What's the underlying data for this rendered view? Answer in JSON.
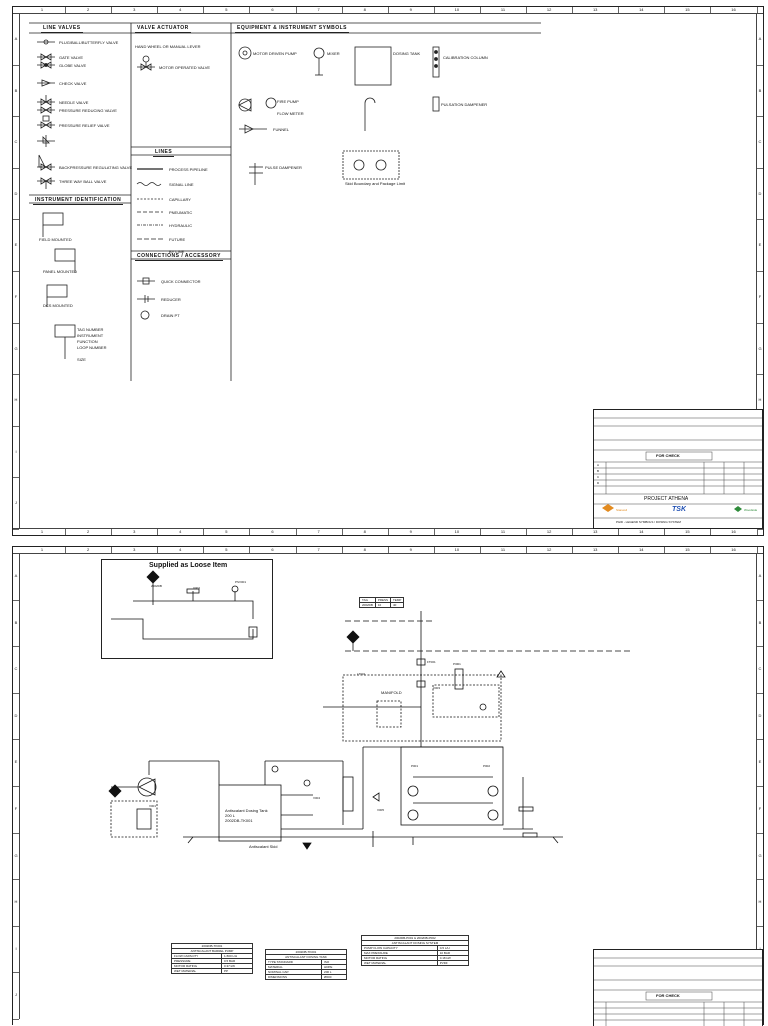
{
  "ruler_columns": [
    "1",
    "2",
    "3",
    "4",
    "5",
    "6",
    "7",
    "8",
    "9",
    "10",
    "11",
    "12",
    "13",
    "14",
    "15",
    "16"
  ],
  "ruler_rows": [
    "A",
    "B",
    "C",
    "D",
    "E",
    "F",
    "G",
    "H",
    "I",
    "J"
  ],
  "legend": {
    "sections": {
      "line_valves": "LINE VALVES",
      "valve_actuator": "VALVE ACTUATOR",
      "equipment": "EQUIPMENT & INSTRUMENT SYMBOLS",
      "lines": "LINES",
      "connections": "CONNECTIONS / ACCESSORY",
      "instrument_identification": "INSTRUMENT IDENTIFICATION"
    },
    "valves": [
      "PLUG/BALL/BUTTERFLY VALVE",
      "GATE VALVE",
      "GLOBE VALVE",
      "CHECK VALVE",
      "NEEDLE VALVE",
      "PRESSURE REDUCING VALVE",
      "PRESSURE RELIEF VALVE",
      "BACKPRESSURE REGULATING VALVE",
      "THREE WAY BALL VALVE"
    ],
    "actuators": [
      "HAND WHEEL OR MANUAL LEVER",
      "MOTOR OPERATED VALVE"
    ],
    "equipment": [
      "MOTOR DRIVEN PUMP",
      "MIXER",
      "DOSING TANK",
      "CALIBRATION COLUMN",
      "FIRE PUMP",
      "FLOW METER",
      "PULSATION DAMPENER",
      "FUNNEL",
      "PULSE DAMPENER",
      "Skid Boundary and Package Limit"
    ],
    "lines": [
      "PROCESS PIPELINE",
      "SIGNAL LINE",
      "CAPILLARY",
      "PNEUMATIC",
      "HYDRAULIC",
      "FUTURE",
      "BY LINE"
    ],
    "connections": [
      "QUICK CONNECTOR",
      "REDUCER",
      "DRAIN PT"
    ],
    "instruments": [
      "FIELD MOUNTED",
      "PANEL MOUNTED",
      "DCS MOUNTED"
    ],
    "instrument_notes": [
      "TAG NUMBER",
      "INSTRUMENT",
      "FUNCTION",
      "LOOP NUMBER",
      "SIZE"
    ]
  },
  "title_block": {
    "status": "FOR CHECK",
    "project": "PROJECT ATHENA",
    "logos": [
      "Stanwell",
      "TSK",
      "Woodside"
    ],
    "title_line": "P&ID - LEGEND SYMBOLS / DOSING SYSTEM",
    "rev_rows": [
      "A",
      "B",
      "C",
      "D"
    ]
  },
  "diagram": {
    "supplied_title": "Supplied as Loose Item",
    "tank": [
      "Antiscalant Dosing Tank",
      "200 L",
      "2002DB-TK001"
    ],
    "skid_label": "Antiscalant Skid",
    "manifold": "MANIFOLD",
    "tags": [
      "2002DB",
      "PSV001",
      "PI001",
      "FT001",
      "LT001",
      "P001",
      "P002",
      "V001",
      "V002",
      "V003",
      "V004",
      "V005"
    ],
    "spec_tables": [
      {
        "title": "2002DB-TK001",
        "subtitle": "ANTISCALANT BARREL PUMP",
        "rows": [
          [
            "FLOW CAPACITY",
            "1-500 L/H"
          ],
          [
            "PRESSURE",
            "0.5 BAR"
          ],
          [
            "MOTOR RATING",
            "0.37 kW"
          ],
          [
            "WET MATERIAL",
            "PP"
          ]
        ]
      },
      {
        "title": "2002DB-TK001",
        "subtitle": "ANTISCALANT DOSING TANK",
        "rows": [
          [
            "TYPE STANDARD",
            "ISO"
          ],
          [
            "MATERIAL",
            "HDPE"
          ],
          [
            "NOMINAL CAP.",
            "200 L"
          ],
          [
            "DIMENSIONS",
            "Ø600"
          ]
        ]
      },
      {
        "title": "2002DB-P001 & 2002DB-P002",
        "subtitle": "ANTISCALANT DOSING SYSTEM",
        "rows": [
          [
            "PUMP FLOW CAPACITY",
            "0-5 L/H"
          ],
          [
            "MAX PRESSURE",
            "10 BAR"
          ],
          [
            "MOTOR RATING",
            "0.18 kW"
          ],
          [
            "WET MATERIAL",
            "PVDF"
          ]
        ]
      }
    ],
    "small_table": [
      [
        "TAG",
        "PRESS",
        "TEMP"
      ],
      [
        "2002DB",
        "10",
        "40"
      ]
    ]
  },
  "colors": {
    "line": "#111111",
    "accent_orange": "#e38b1f",
    "accent_blue": "#1f4fb3",
    "accent_green": "#2e8b3a"
  }
}
